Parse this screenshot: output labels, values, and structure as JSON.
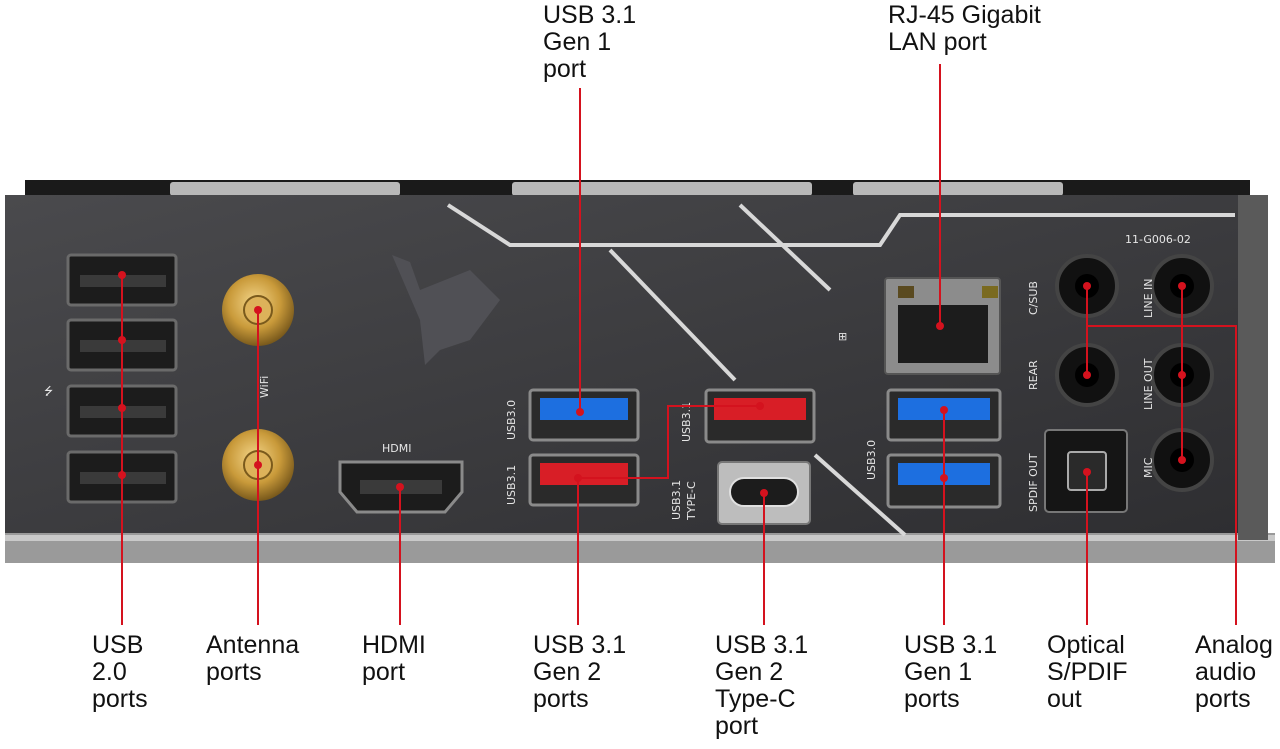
{
  "callouts": {
    "usb31_gen1_top": "USB 3.1\nGen 1\nport",
    "rj45": "RJ-45 Gigabit\nLAN port",
    "usb20": "USB\n2.0\nports",
    "antenna": "Antenna\nports",
    "hdmi": "HDMI\nport",
    "usb31_gen2": "USB 3.1\nGen 2\nports",
    "usb31_gen2_typec": "USB 3.1\nGen 2\nType-C\nport",
    "usb31_gen1_bottom": "USB 3.1\nGen 1\nports",
    "spdif": "Optical\nS/PDIF\nout",
    "analog": "Analog\naudio\nports"
  },
  "panel_labels": {
    "model": "11-G006-02",
    "wifi": "WiFi",
    "hdmi": "HDMI",
    "usb30_left": "USB3.0",
    "usb31_left": "USB3.1",
    "usb31_right": "USB3.1",
    "usb31_typec": "USB3.1\nTYPE-C",
    "usb30_right": "USB3.0",
    "spdif_out": "SPDIF OUT",
    "c_sub": "C/SUB",
    "rear": "REAR",
    "line_in": "LINE IN",
    "line_out": "LINE OUT",
    "mic": "MIC"
  },
  "colors": {
    "leader_line": "#d4121e",
    "panel": "#3a3a3c",
    "usb30_blue": "#1d6fe0",
    "usb31_red": "#d81e26",
    "gold": "#c99a3a"
  }
}
